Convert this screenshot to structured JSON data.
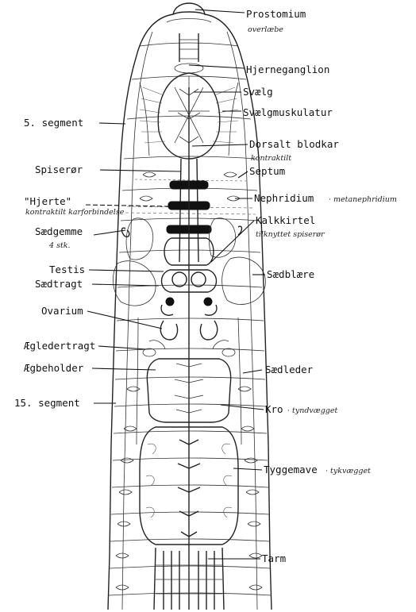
{
  "labels": {
    "prostomium": "Prostomium",
    "prostomium_note": "overlæbe",
    "hjerneganglion": "Hjerneganglion",
    "svaelg": "Svælg",
    "svaelgmuskulatur": "Svælgmuskulatur",
    "segment5": "5. segment",
    "dorsalt_blodkar": "Dorsalt blodkar",
    "dorsalt_note": "kontraktilt",
    "spiseror": "Spiserør",
    "septum": "Septum",
    "hjerte": "\"Hjerte\"",
    "hjerte_note": "kontraktilt karforbindelse",
    "nephridium": "Nephridium",
    "nephridium_note": "· metanephridium",
    "kalkkirtel": "Kalkkirtel",
    "kalkkirtel_note": "tilknyttet spiserør",
    "saedgemme": "Sædgemme",
    "saedgemme_note": "4 stk.",
    "testis": "Testis",
    "saedtragt": "Sædtragt",
    "saedblaere": "Sædblære",
    "ovarium": "Ovarium",
    "egledertragt": "Ægledertragt",
    "egbeholder": "Ægbeholder",
    "saedleder": "Sædleder",
    "segment15": "15. segment",
    "kro": "Kro",
    "kro_note": "· tyndvægget",
    "tyggemave": "Tyggemave",
    "tyggemave_note": "· tykvægget",
    "tarm": "Tarm"
  }
}
